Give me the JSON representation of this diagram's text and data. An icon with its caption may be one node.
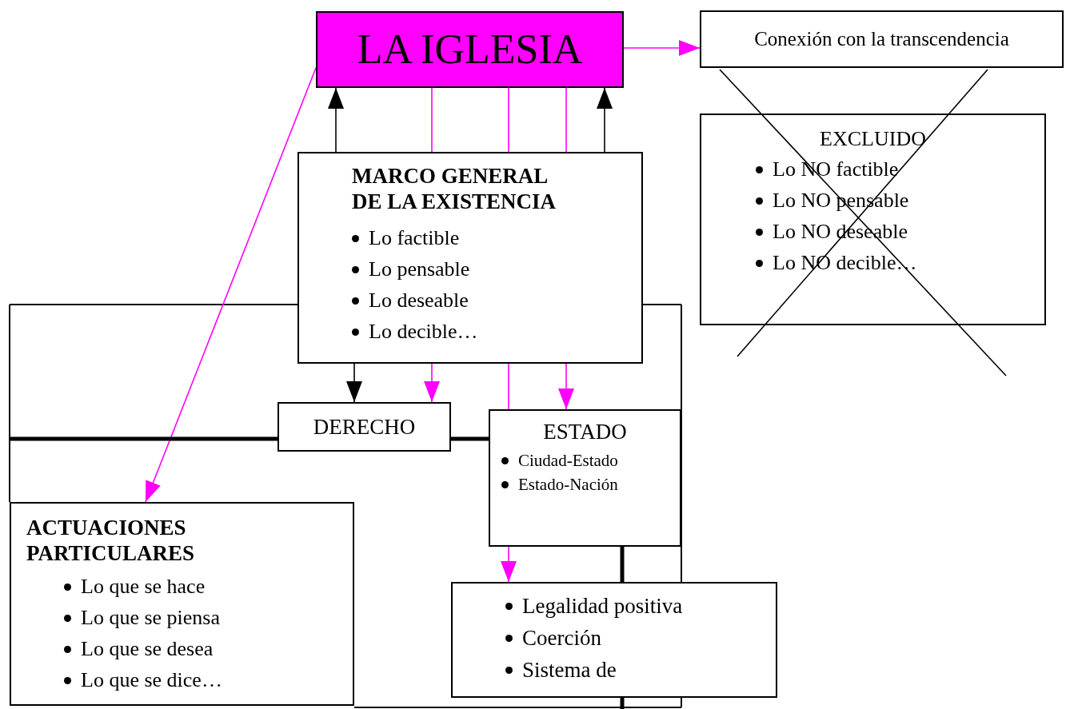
{
  "diagram": {
    "nodes": [
      {
        "text": [
          "LA IGLESIA"
        ]
      },
      {
        "text": [
          "Conexión con la transcendencia"
        ]
      },
      {
        "text": [
          "EXCLUIDO",
          "Lo NO factible",
          "Lo NO pensable",
          "Lo NO deseable",
          "Lo NO decible…"
        ]
      },
      {
        "text": [
          "MARCO GENERAL DE LA EXISTENCIA",
          "Lo factible",
          "Lo pensable",
          "Lo deseable",
          "Lo decible…"
        ]
      },
      {
        "text": [
          "DERECHO"
        ]
      },
      {
        "text": [
          "ESTADO",
          "Ciudad-Estado",
          "Estado-Nación"
        ]
      },
      {
        "text": [
          "ACTUACIONES PARTICULARES",
          "Lo que se hace",
          "Lo que se piensa",
          "Lo que se desea",
          "Lo que se dice…"
        ]
      },
      {
        "text": [
          "Legalidad positiva",
          "Coerción",
          "Sistema de"
        ]
      }
    ],
    "edges": [
      {
        "from": 0,
        "to": 1,
        "arrow": "to",
        "color": "#ff00ff"
      },
      {
        "from": 3,
        "to": 0,
        "arrow": "to",
        "color": "#000000"
      },
      {
        "from": 3,
        "to": 0,
        "arrow": "to",
        "color": "#000000"
      },
      {
        "from": 0,
        "to": 3,
        "arrow": "none",
        "color": "#ff00ff"
      },
      {
        "from": 0,
        "to": 3,
        "arrow": "none",
        "color": "#ff00ff"
      },
      {
        "from": 0,
        "to": 3,
        "arrow": "none",
        "color": "#ff00ff"
      },
      {
        "from": 3,
        "to": 4,
        "arrow": "to",
        "color": "#ff00ff"
      },
      {
        "from": 3,
        "to": 5,
        "arrow": "none",
        "color": "#ff00ff"
      },
      {
        "from": 3,
        "to": 5,
        "arrow": "to",
        "color": "#ff00ff"
      },
      {
        "from": 3,
        "to": 4,
        "arrow": "to",
        "color": "#000000"
      },
      {
        "from": 0,
        "to": 6,
        "arrow": "to",
        "color": "#ff00ff"
      },
      {
        "from": null,
        "to": 4,
        "arrow": "none",
        "style": "thick",
        "color": "#000000"
      },
      {
        "from": 4,
        "to": 5,
        "arrow": "none",
        "style": "thick",
        "color": "#000000"
      },
      {
        "from": 5,
        "to": 7,
        "arrow": "none",
        "style": "thick",
        "color": "#000000"
      },
      {
        "from": 7,
        "to": null,
        "arrow": "none",
        "style": "thick",
        "color": "#000000"
      },
      {
        "from": 5,
        "to": 7,
        "arrow": "to",
        "color": "#ff00ff"
      }
    ]
  }
}
